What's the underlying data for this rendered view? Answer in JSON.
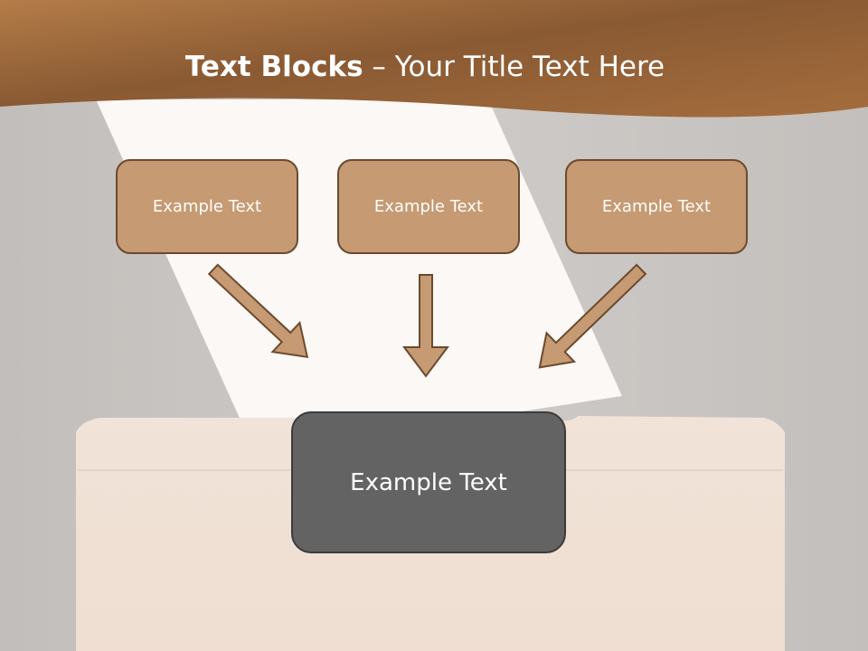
{
  "title": {
    "bold": "Text Blocks",
    "rest": " – Your Title Text Here"
  },
  "blocks": [
    {
      "label": "Example Text"
    },
    {
      "label": "Example Text"
    },
    {
      "label": "Example Text"
    }
  ],
  "main_block": {
    "label": "Example Text"
  },
  "colors": {
    "header_brown": "#a06a3c",
    "block_fill": "#c69a72",
    "block_border": "#6b4a2f",
    "main_fill": "#636363",
    "arrow_fill": "#c69a72"
  }
}
